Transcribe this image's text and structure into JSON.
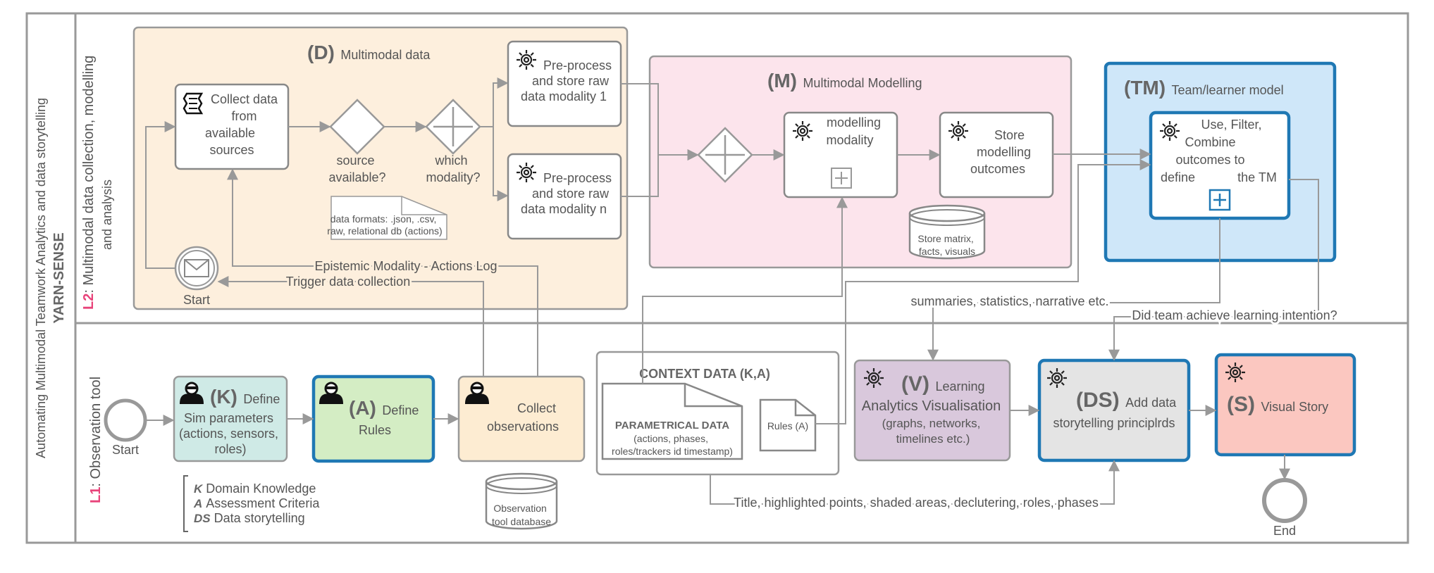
{
  "outer": {
    "title": "Automating Multimodal Teamwork Analytics and data storytelling",
    "subtitle": "YARN-SENSE"
  },
  "lanes": {
    "l2_prefix": "L2",
    "l2_text": ": Multimodal data collection, modelling",
    "l2_text2": "and analysis",
    "l1_prefix": "L1",
    "l1_text": ": Observation tool"
  },
  "multimodal_data": {
    "tag": "(D)",
    "title": "Multimodal data",
    "collect_lines": [
      "Collect data",
      "from",
      "available",
      "sources"
    ],
    "gateway1": [
      "source",
      "available?"
    ],
    "gateway2": [
      "which",
      "modality?"
    ],
    "pre1": [
      "Pre-process",
      "and store raw",
      "data modality 1"
    ],
    "pre2": [
      "Pre-process",
      "and store raw",
      "data modality n"
    ],
    "note": [
      "data formats: .json, .csv,",
      "raw, relational  db (actions)"
    ],
    "start_label": "Start",
    "epistemic": "Epistemic Modality - Actions Log",
    "trigger": "Trigger data collection"
  },
  "modelling": {
    "tag": "(M)",
    "title": "Multimodal Modelling",
    "modality": [
      "modelling",
      "modality"
    ],
    "store": [
      "Store",
      "modelling",
      "outcomes"
    ],
    "db": [
      "Store matrix,",
      "facts, visuals"
    ]
  },
  "team_model": {
    "tag": "(TM)",
    "title": "Team/learner model",
    "lines": [
      "Use, Filter,",
      "Combine",
      "outcomes to",
      "define",
      "the TM"
    ]
  },
  "observation": {
    "start": "Start",
    "k_tag": "(K)",
    "k_title": "Define",
    "k_lines": [
      "Sim parameters",
      "(actions, sensors,",
      "roles)"
    ],
    "a_tag": "(A)",
    "a_title": "Define",
    "a_line2": "Rules",
    "collect": [
      "Collect",
      "observations"
    ],
    "db": [
      "Observation",
      "tool database"
    ],
    "context_title": "CONTEXT DATA (K,A)",
    "param_title": "PARAMETRICAL DATA",
    "param_lines": [
      "(actions, phases,",
      "roles/trackers id timestamp)"
    ],
    "rules": "Rules (A)",
    "v_tag": "(V)",
    "v_title": "Learning",
    "v_lines": [
      "Analytics Visualisation",
      "(graphs, networks,",
      "timelines etc.)"
    ],
    "ds_tag": "(DS)",
    "ds_title": "Add data",
    "ds_line": "storytelling principlrds",
    "s_tag": "(S)",
    "s_title": "Visual Story",
    "end": "End",
    "summaries": "summaries, statistics, narrative etc.",
    "intention": "Did team achieve learning intention?",
    "title_points": "Title, highlighted points, shaded areas, declutering, roles, phases"
  },
  "legend": [
    {
      "key": "K",
      "text": "Domain Knowledge"
    },
    {
      "key": "A",
      "text": "Assessment Criteria"
    },
    {
      "key": "DS",
      "text": "Data storytelling"
    }
  ],
  "colors": {
    "d_fill": "#fdefdd",
    "m_fill": "#fce4ec",
    "tm_fill": "#cfe7f9",
    "tm_stroke": "#1f78b4",
    "k_fill": "#cfeae6",
    "a_fill": "#d4edc4",
    "collect_fill": "#fdecd2",
    "v_fill": "#d9c8dc",
    "ds_fill": "#e4e4e4",
    "s_fill": "#fbc7c0",
    "lane_label": "#e8437a"
  }
}
